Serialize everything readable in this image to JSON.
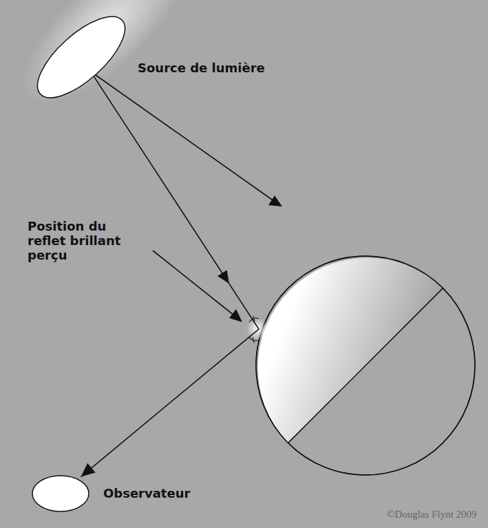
{
  "diagram": {
    "nodes": [
      {
        "text": [
          "Source de lumière"
        ]
      },
      {
        "text": [
          "Observateur"
        ]
      }
    ],
    "edges": [
      {
        "from": 0,
        "to": 1,
        "arrow": "to"
      }
    ],
    "labels": [
      "Position du reflet brillant perçu",
      "©Douglas Flynt 2009"
    ]
  }
}
